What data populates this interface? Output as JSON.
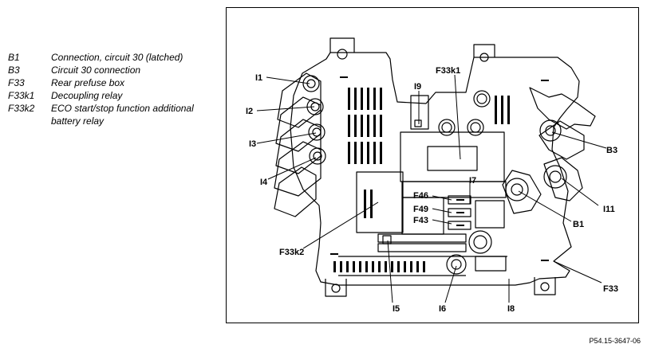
{
  "legend": {
    "items": [
      {
        "code": "B1",
        "desc": "Connection, circuit 30 (latched)"
      },
      {
        "code": "B3",
        "desc": "Circuit 30 connection"
      },
      {
        "code": "F33",
        "desc": "Rear prefuse box"
      },
      {
        "code": "F33k1",
        "desc": "Decoupling relay"
      },
      {
        "code": "F33k2",
        "desc": "ECO start/stop function additional battery relay"
      }
    ]
  },
  "diagram": {
    "labels": {
      "I1": "I1",
      "I2": "I2",
      "I3": "I3",
      "I4": "I4",
      "I5": "I5",
      "I6": "I6",
      "I7": "I7",
      "I8": "I8",
      "I9": "I9",
      "I11": "I11",
      "F33k1": "F33k1",
      "F33k2": "F33k2",
      "F46": "F46",
      "F49": "F49",
      "F43": "F43",
      "B1": "B1",
      "B3": "B3",
      "F33": "F33"
    }
  },
  "reference": "P54.15-3647-06"
}
